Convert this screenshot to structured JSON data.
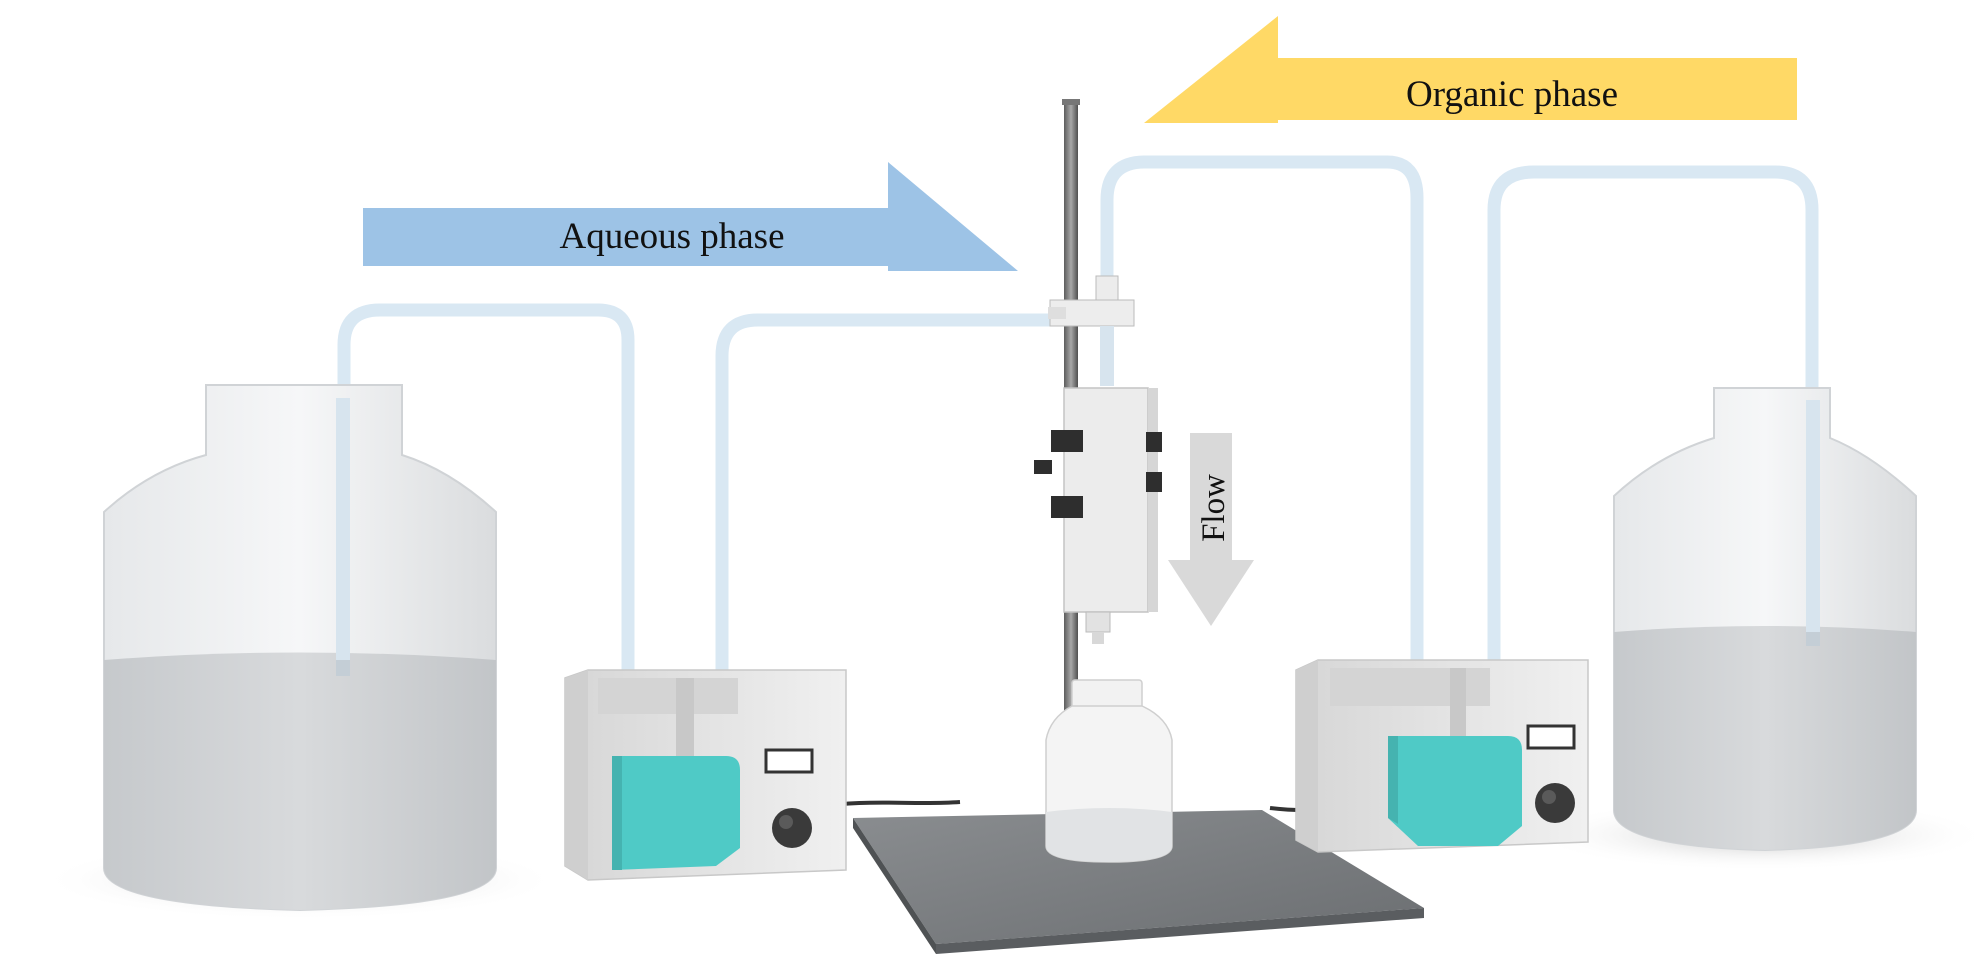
{
  "labels": {
    "aqueous": "Aqueous phase",
    "organic": "Organic phase",
    "flow": "Flow"
  },
  "colors": {
    "aqueous_arrow": "#9dc3e6",
    "organic_arrow": "#ffd966",
    "flow_arrow": "#d9d9d9",
    "tubing": "#d9e8f3",
    "pump_head": "#4fcac6",
    "pump_body": "#e6e6e6",
    "liquid": "#d2d4d6",
    "base_plate": "#7c7f82"
  },
  "icons": {
    "left_reservoir": "reservoir-bottle-icon",
    "right_reservoir": "reservoir-bottle-icon",
    "left_pump": "peristaltic-pump-icon",
    "right_pump": "peristaltic-pump-icon",
    "mixer": "column-mixer-icon",
    "collector": "collection-bottle-icon"
  }
}
